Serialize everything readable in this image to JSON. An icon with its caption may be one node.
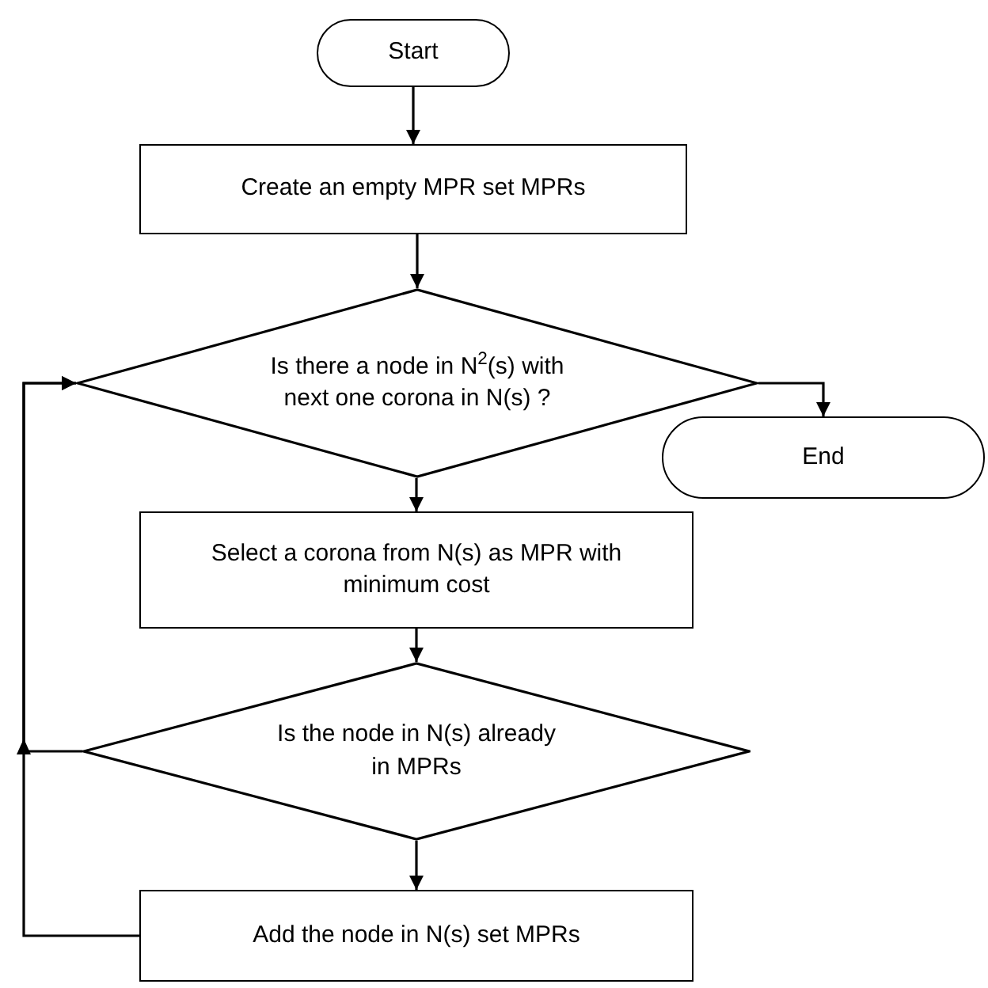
{
  "diagram": {
    "nodes": [
      {
        "text": [
          "Start"
        ]
      },
      {
        "text": [
          "Create an empty MPR set MPRs"
        ]
      },
      {
        "text": [
          "Is there a node in N$^{2}$(s) with next one corona in N(s) ?"
        ]
      },
      {
        "text": [
          "End"
        ]
      },
      {
        "text": [
          "Select a corona from N(s) as MPR with minimum cost"
        ]
      },
      {
        "text": [
          "Is the node in N(s) already in MPRs"
        ]
      },
      {
        "text": [
          "Add the node in N(s) set MPRs"
        ]
      }
    ],
    "edges": [
      {
        "from": 0,
        "to": 1,
        "arrow": "to"
      },
      {
        "from": 1,
        "to": 2,
        "arrow": "to"
      },
      {
        "from": 2,
        "to": 3,
        "arrow": "to"
      },
      {
        "from": 2,
        "to": 4,
        "arrow": "to"
      },
      {
        "from": 4,
        "to": 5,
        "arrow": "to"
      },
      {
        "from": 5,
        "to": 6,
        "arrow": "to"
      },
      {
        "from": 6,
        "to": 2,
        "arrow": "to"
      },
      {
        "from": 5,
        "to": 2,
        "arrow": "to"
      }
    ]
  }
}
